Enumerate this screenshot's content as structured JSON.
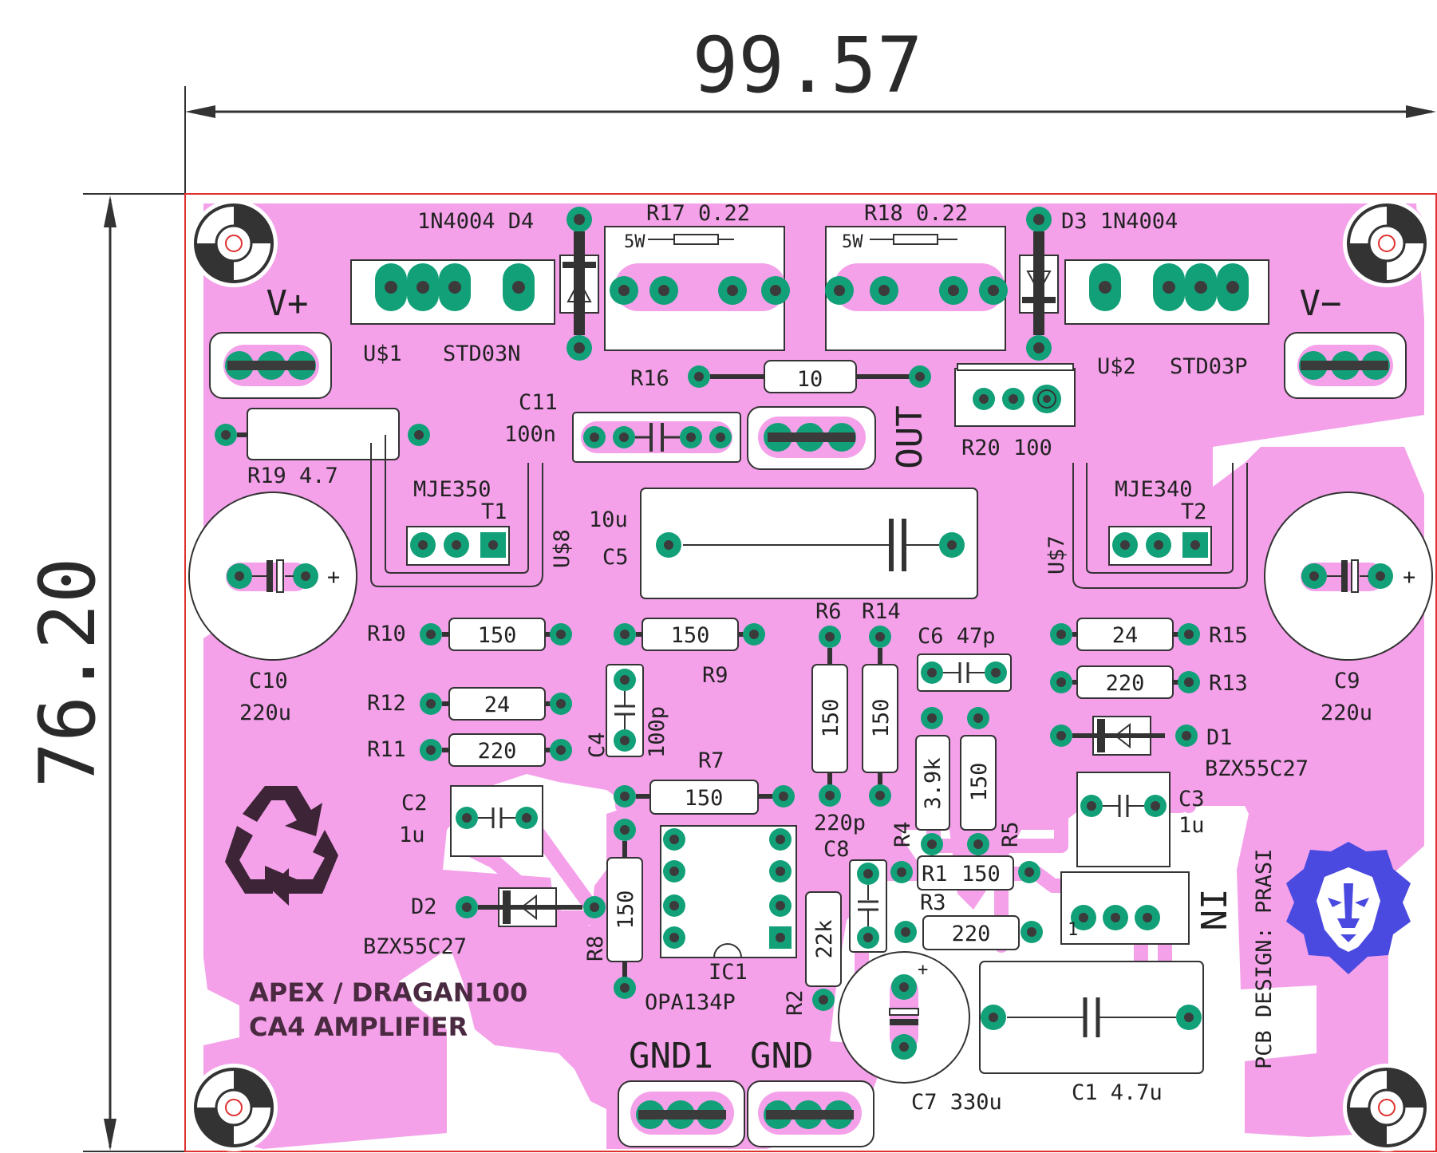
{
  "dimensions": {
    "width": "99.57",
    "height": "76.20"
  },
  "labels": {
    "d4": "1N4004 D4",
    "r17": "R17  0.22",
    "r18": "R18  0.22",
    "d3": "D3 1N4004",
    "r17_5w": "5W",
    "r18_5w": "5W",
    "vplus": "V+",
    "vminus": "V−",
    "u1": "U$1",
    "u1_type": "STD03N",
    "u2": "U$2",
    "u2_type": "STD03P",
    "r16": "R16",
    "r16_val": "10",
    "c11": "C11",
    "c11_val": "100n",
    "out": "OUT",
    "r20": "R20 100",
    "r19": "R19  4.7",
    "mje350": "MJE350",
    "t1": "T1",
    "u8": "U$8",
    "mje340": "MJE340",
    "t2": "T2",
    "u7": "U$7",
    "c5_val": "10u",
    "c5": "C5",
    "r10": "R10",
    "r10_val": "150",
    "r9_val": "150",
    "r9": "R9",
    "r6": "R6",
    "r14": "R14",
    "c6": "C6  47p",
    "r15_val": "24",
    "r15": "R15",
    "r13_val": "220",
    "r13": "R13",
    "c10": "C10",
    "c10_val": "220u",
    "c9": "C9",
    "c9_val": "220u",
    "r12": "R12",
    "r12_val": "24",
    "r11": "R11",
    "r11_val": "220",
    "c4": "C4",
    "c4_val": "100p",
    "r6_val": "150",
    "r14_val": "150",
    "r4_val": "3.9k",
    "r5_val": "150",
    "d1": "D1",
    "d1_type": "BZX55C27",
    "r7": "R7",
    "r7_val": "150",
    "c2": "C2",
    "c2_val": "1u",
    "c220p": "220p",
    "r4": "R4",
    "r5": "R5",
    "c3": "C3",
    "c3_val": "1u",
    "c8": "C8",
    "r1": "R1",
    "r1_val": "150",
    "r3": "R3",
    "r3_val": "220",
    "d2": "D2",
    "d2_type": "BZX55C27",
    "r8": "R8",
    "r8_val": "150",
    "r2": "R2",
    "r2_val": "22k",
    "ic1": "IC1",
    "ic1_type": "OPA134P",
    "in": "IN",
    "in_pin": "1",
    "c1": "C1  4.7u",
    "c7": "C7 330u",
    "gnd1": "GND1",
    "gnd": "GND",
    "title1": "APEX / DRAGAN100",
    "title2": "CA4 AMPLIFIER",
    "designer": "PCB DESIGN: PRASI",
    "plus": "+"
  },
  "colors": {
    "copper": "#f4a1ea",
    "pad": "#12a079",
    "hole": "#3b3b3b",
    "silk": "#333333",
    "outline": "#e03030",
    "lion": "#4a4ae0",
    "recycle": "#3d2436"
  },
  "icons": [
    "recycle-icon",
    "lion-logo-icon"
  ]
}
